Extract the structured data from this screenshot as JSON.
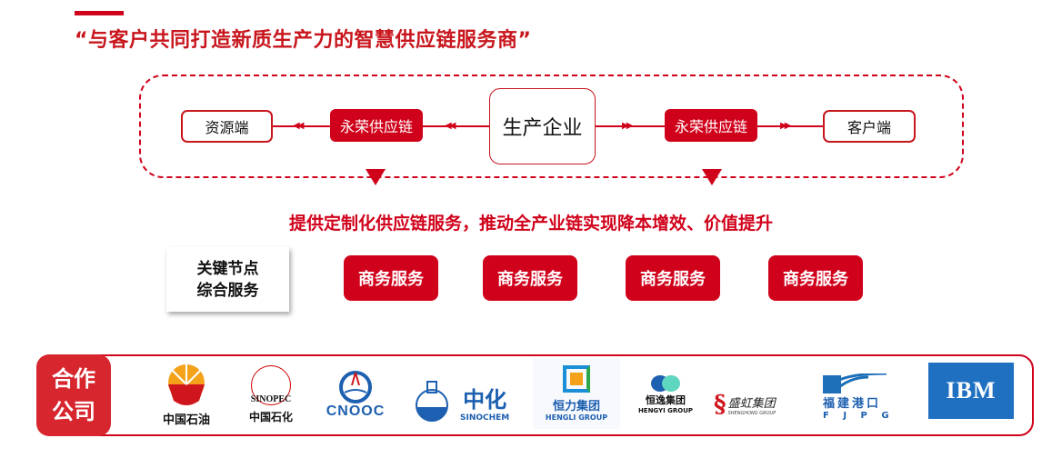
{
  "title": "“与客户共同打造新质生产力的智慧供应链服务商”",
  "flow": {
    "left_end": "资源端",
    "left_chain": "永荣供应链",
    "center": "生产企业",
    "right_chain": "永荣供应链",
    "right_end": "客户端"
  },
  "subtitle": "提供定制化供应链服务，推动全产业链实现降本增效、价值提升",
  "key_nodes": {
    "line1": "关键节点",
    "line2": "综合服务"
  },
  "services": [
    "商务服务",
    "商务服务",
    "商务服务",
    "商务服务"
  ],
  "partners": {
    "label_line1": "合作",
    "label_line2": "公司",
    "logos": [
      {
        "name": "中国石油"
      },
      {
        "name": "中国石化",
        "mark": "SINOPEC"
      },
      {
        "name": "CNOOC"
      },
      {
        "name": "中化",
        "en": "SINOCHEM"
      },
      {
        "name": "恒力集团",
        "en": "HENGLI GROUP"
      },
      {
        "name": "恒逸集团",
        "en": "HENGYI GROUP"
      },
      {
        "name": "盛虹集团",
        "en": "SHENGHONG GROUP"
      },
      {
        "name": "福建港口",
        "en": "F J P G"
      },
      {
        "name": "IBM"
      }
    ]
  },
  "colors": {
    "brand_red": "#d0021b",
    "ibm_blue": "#1f70c1"
  }
}
